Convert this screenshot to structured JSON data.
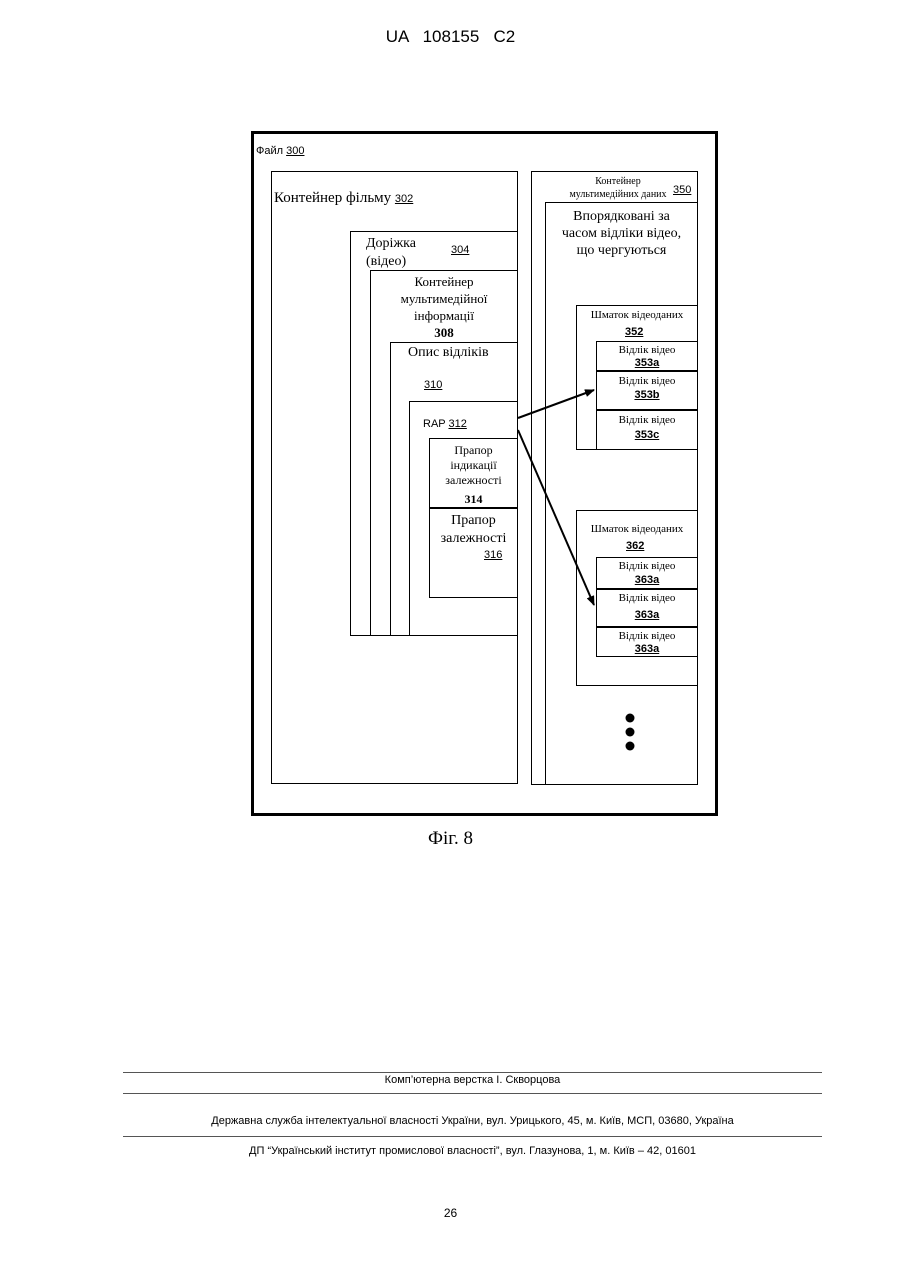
{
  "header": {
    "patent_id": "UA   108155   C2"
  },
  "figure": {
    "file_label": "Файл",
    "file_num": "300",
    "movie_container_label": "Контейнер фільму",
    "movie_container_num": "302",
    "track_label": "Доріжка\n(відео)",
    "track_num": "304",
    "media_info_label": "Контейнер\nмультимедійної\nінформації",
    "media_info_num": "308",
    "sample_desc_label": "Опис відліків",
    "sample_desc_num": "310",
    "rap_label": "RAP",
    "rap_num": "312",
    "dep_ind_flag_label": "Прапор\nіндикації\nзалежності",
    "dep_ind_flag_num": "314",
    "dep_flag_label": "Прапор\nзалежності",
    "dep_flag_num": "316",
    "media_data_label": "Контейнер\nмультимедійних даних",
    "media_data_num": "350",
    "interleaved_label": "Впорядковані за\nчасом відліки відео,\nщо чергуються",
    "chunk1_label": "Шматок відеоданих",
    "chunk1_num": "352",
    "chunk1_samples": [
      {
        "label": "Відлік відео",
        "num": "353a"
      },
      {
        "label": "Відлік відео",
        "num": "353b"
      },
      {
        "label": "Відлік відео",
        "num": "353c"
      }
    ],
    "chunk2_label": "Шматок відеоданих",
    "chunk2_num": "362",
    "chunk2_samples": [
      {
        "label": "Відлік відео",
        "num": "363a"
      },
      {
        "label": "Відлік відео",
        "num": "363a"
      },
      {
        "label": "Відлік відео",
        "num": "363a"
      }
    ],
    "caption": "Фіг. 8"
  },
  "footer": {
    "typesetting": "Комп’ютерна верстка І. Скворцова",
    "agency": "Державна служба інтелектуальної власності України, вул. Урицького, 45, м. Київ, МСП, 03680, Україна",
    "institute": "ДП “Український інститут промислової власності”, вул. Глазунова, 1, м. Київ – 42, 01601",
    "page_number": "26"
  }
}
